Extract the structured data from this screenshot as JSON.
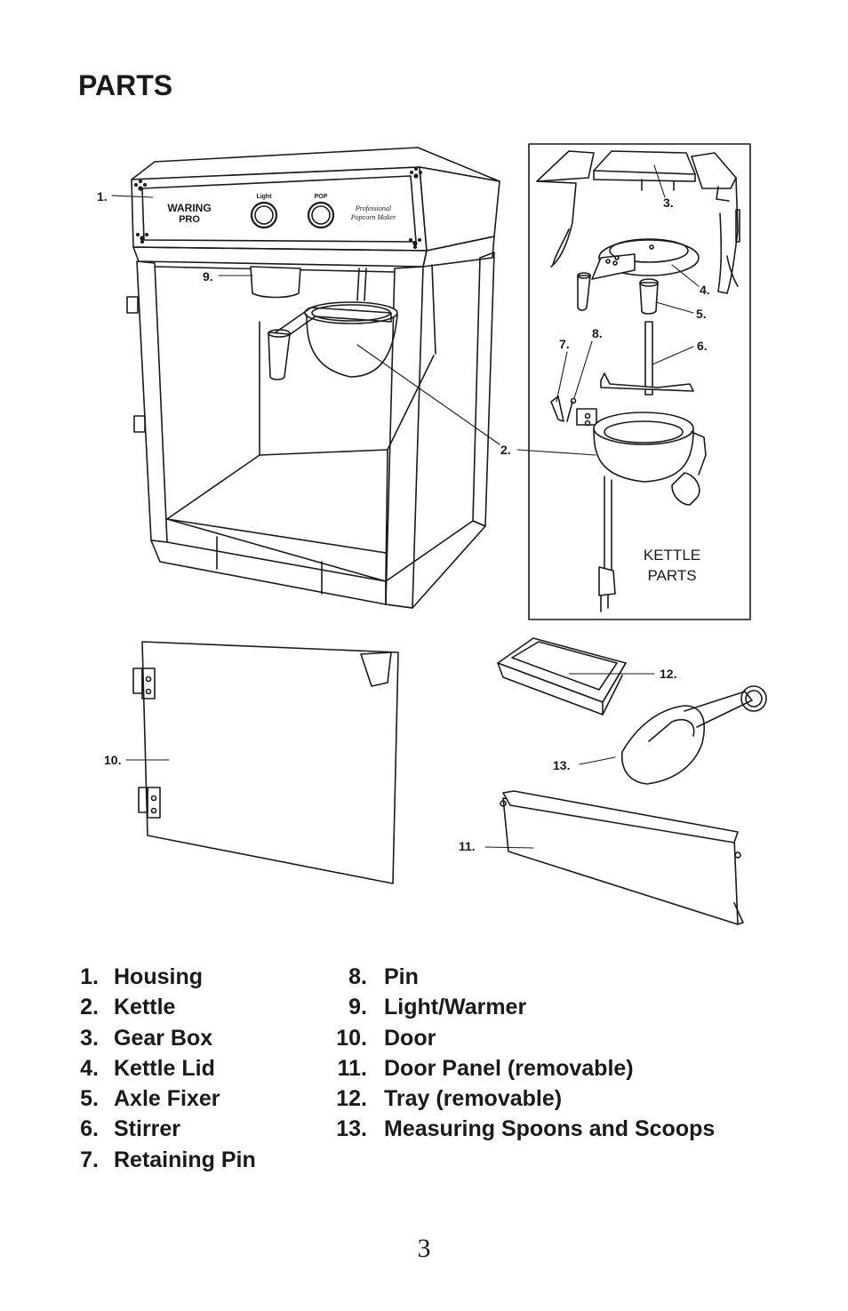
{
  "page": {
    "title": "PARTS",
    "number": "3"
  },
  "machine": {
    "brand_line1": "WARING",
    "brand_line2": "PRO",
    "knob1_label": "Light",
    "knob2_label": "POP",
    "model_line1": "Professional",
    "model_line2": "Popcorn Maker"
  },
  "callouts": {
    "c1": "1.",
    "c2": "2.",
    "c3": "3.",
    "c4": "4.",
    "c5": "5.",
    "c6": "6.",
    "c7": "7.",
    "c8": "8.",
    "c9": "9.",
    "c10": "10.",
    "c11": "11.",
    "c12": "12.",
    "c13": "13."
  },
  "kettle_box": {
    "line1": "KETTLE",
    "line2": "PARTS"
  },
  "parts": [
    {
      "num": "1.",
      "name": "Housing"
    },
    {
      "num": "2.",
      "name": "Kettle"
    },
    {
      "num": "3.",
      "name": "Gear Box"
    },
    {
      "num": "4.",
      "name": "Kettle Lid"
    },
    {
      "num": "5.",
      "name": "Axle Fixer"
    },
    {
      "num": "6.",
      "name": "Stirrer"
    },
    {
      "num": "7.",
      "name": "Retaining Pin"
    },
    {
      "num": "8.",
      "name": "Pin"
    },
    {
      "num": "9.",
      "name": "Light/Warmer"
    },
    {
      "num": "10.",
      "name": "Door"
    },
    {
      "num": "11.",
      "name": "Door Panel (removable)"
    },
    {
      "num": "12.",
      "name": "Tray (removable)"
    },
    {
      "num": "13.",
      "name": "Measuring Spoons and Scoops"
    }
  ]
}
